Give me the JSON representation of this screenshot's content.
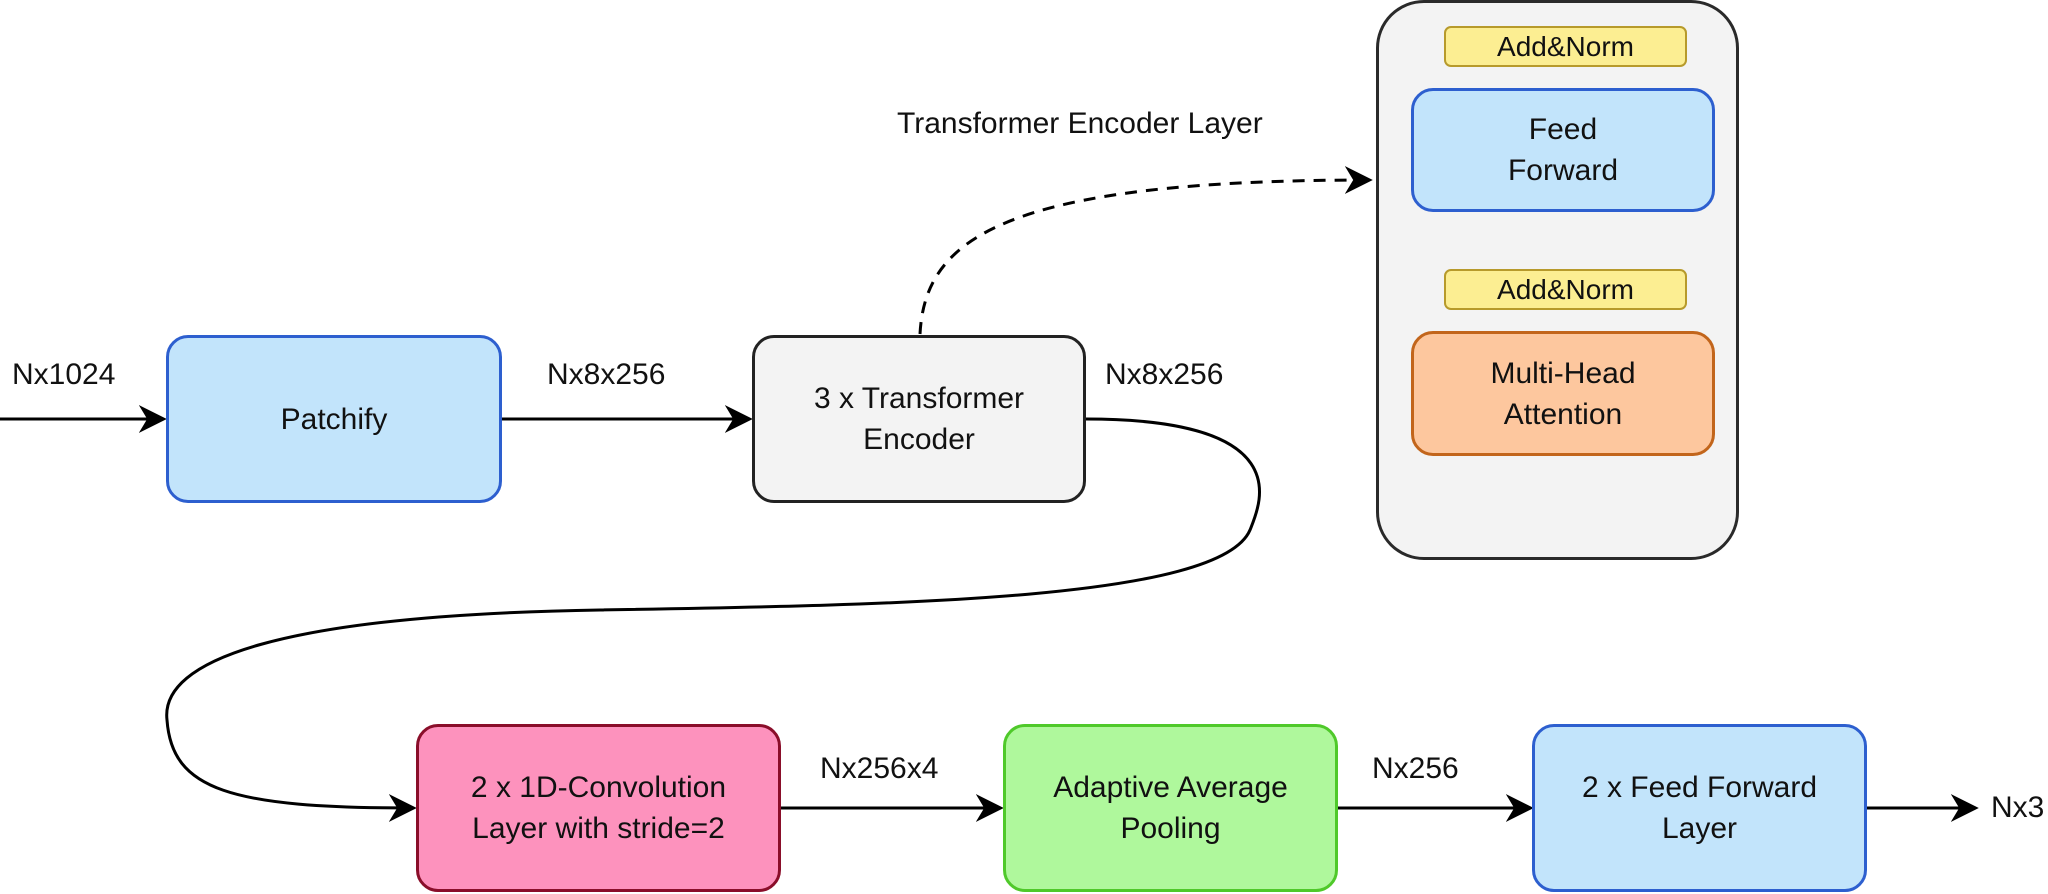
{
  "diagram": {
    "input_label": "Nx1024",
    "patchify": "Patchify",
    "after_patchify_label": "Nx8x256",
    "transformer": "3 x Transformer\nEncoder",
    "after_transformer_label": "Nx8x256",
    "encoder_layer_title": "Transformer Encoder Layer",
    "encoder_layer": {
      "add_norm_top": "Add&Norm",
      "feed_forward": "Feed\nForward",
      "add_norm_bottom": "Add&Norm",
      "attention": "Multi-Head\nAttention"
    },
    "conv": "2 x 1D-Convolution\nLayer with stride=2",
    "after_conv_label": "Nx256x4",
    "pooling": "Adaptive Average\nPooling",
    "after_pooling_label": "Nx256",
    "ffn": "2 x Feed Forward\nLayer",
    "output_label": "Nx3"
  },
  "colors": {
    "blue_fill": "#c2e4fb",
    "blue_stroke": "#2d5fcf",
    "grey_fill": "#f3f3f3",
    "pink_fill": "#fd92bd",
    "pink_stroke": "#8a0e2a",
    "green_fill": "#aff89c",
    "green_stroke": "#4fc92a",
    "orange_fill": "#fdc79e",
    "orange_stroke": "#c2651b",
    "yellow_fill": "#fcee92",
    "yellow_stroke": "#b79a2b"
  }
}
